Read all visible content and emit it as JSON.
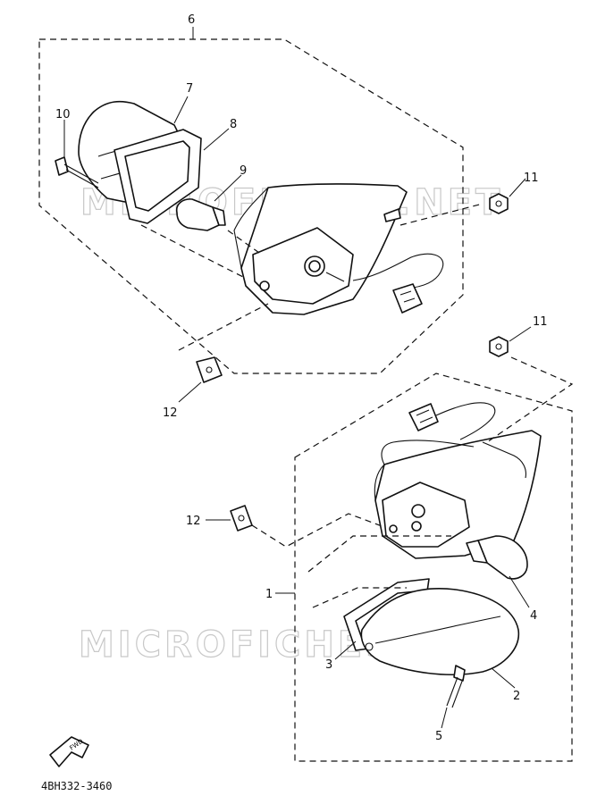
{
  "watermark": "MICROFICHES.NET",
  "callouts": {
    "c1": "1",
    "c2": "2",
    "c3": "3",
    "c4": "4",
    "c5": "5",
    "c6": "6",
    "c7": "7",
    "c8": "8",
    "c9": "9",
    "c10": "10",
    "c11a": "11",
    "c11b": "11",
    "c12a": "12",
    "c12b": "12"
  },
  "front_badge": "FWD",
  "diagram_code": "4BH332-3460"
}
